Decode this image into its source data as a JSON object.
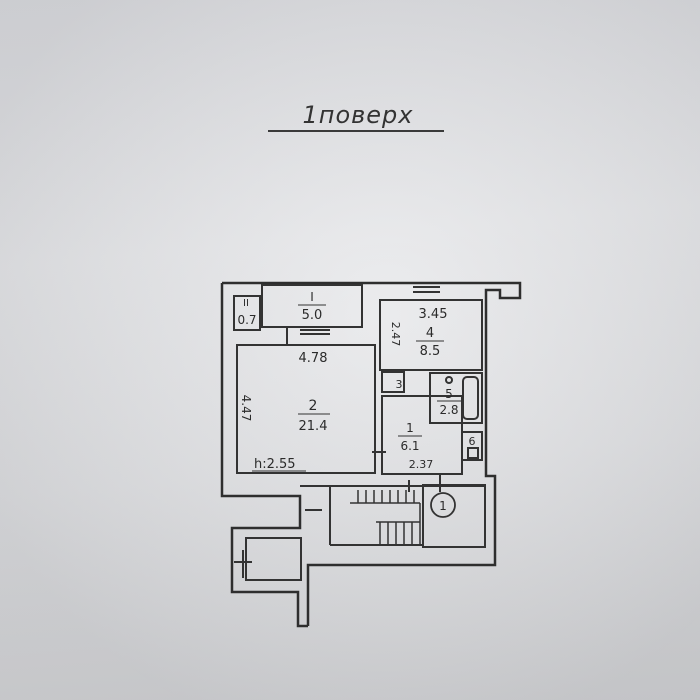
{
  "title": "1поверх",
  "rooms": {
    "r_i": {
      "num": "I",
      "area": "5.0"
    },
    "r_ii": {
      "num": "II",
      "area": "0.7"
    },
    "r_2": {
      "num": "2",
      "area": "21.4",
      "width": "4.78",
      "height": "4.47"
    },
    "r_4": {
      "num": "4",
      "area": "8.5",
      "width": "3.45",
      "height": "2.47"
    },
    "r_3": {
      "num": "3"
    },
    "r_5": {
      "num": "5",
      "area": "2.8"
    },
    "r_1": {
      "num": "1",
      "area": "6.1",
      "width": "2.37"
    },
    "r_6": {
      "num": "6"
    }
  },
  "ceiling": "h:2.55",
  "entrance": "1"
}
